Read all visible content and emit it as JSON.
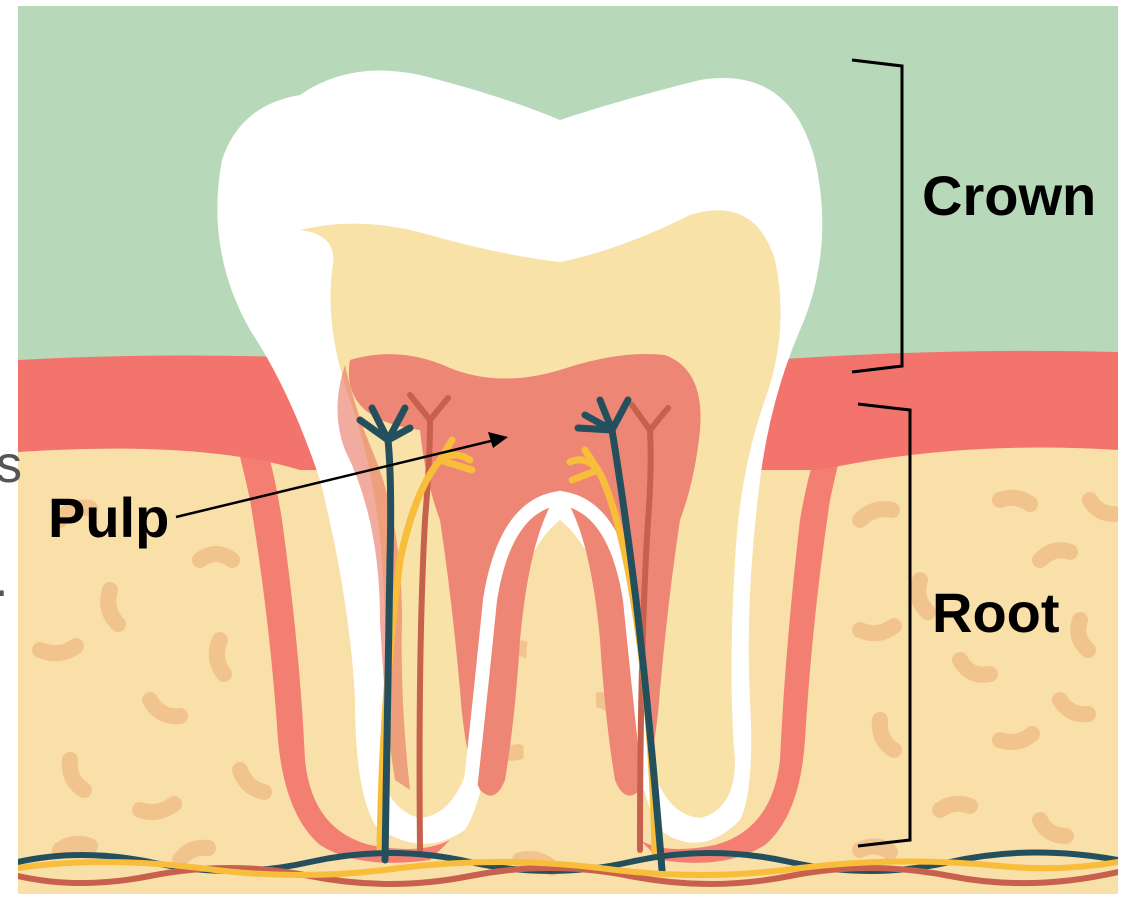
{
  "labels": {
    "crown": "Crown",
    "root": "Root",
    "pulp": "Pulp"
  },
  "edge_fragments": {
    "left_top": "s",
    "left_bottom": "."
  },
  "colors": {
    "gum_background": "#b7d8b9",
    "gum": "#f2746d",
    "bone": "#f9dfa8",
    "bone_spots": "#f1c48e",
    "enamel": "#ffffff",
    "dentin": "#f8e2a8",
    "pulp": "#ee8676",
    "pulp_inner_edge": "#e7735f",
    "nerve": "#24505e",
    "artery": "#c8604e",
    "vein": "#f7bd3b",
    "bracket": "#000000"
  }
}
